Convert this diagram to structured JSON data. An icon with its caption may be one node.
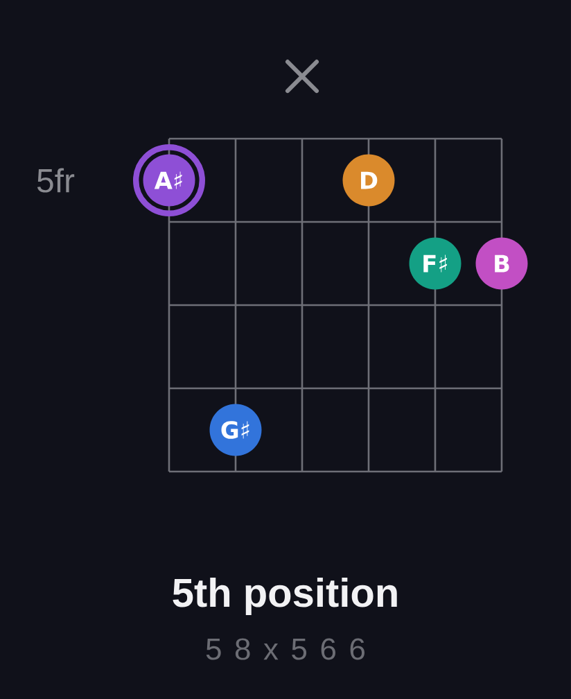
{
  "diagram": {
    "title": "5th position",
    "nodes": [
      {
        "text": [
          "A♯"
        ]
      },
      {
        "text": [
          "D"
        ]
      },
      {
        "text": [
          "F♯"
        ]
      },
      {
        "text": [
          "B"
        ]
      },
      {
        "text": [
          "G♯"
        ]
      }
    ],
    "labels": [
      "5fr",
      "5 8 x 5 6 6"
    ]
  }
}
